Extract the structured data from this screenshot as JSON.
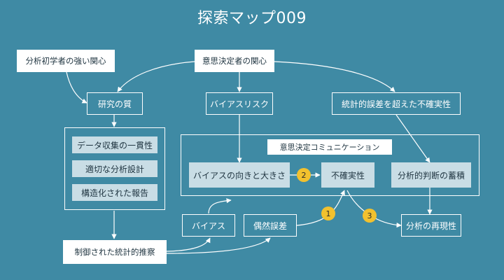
{
  "title": "探索マップ009",
  "nodes": {
    "beginner_interest": "分析初学者の強い関心",
    "decision_maker_interest": "意思決定者の関心",
    "research_quality": "研究の質",
    "bias_risk": "バイアスリスク",
    "uncertainty_beyond_error": "統計的誤差を超えた不確実性",
    "data_consistency": "データ収集の一貫性",
    "proper_design": "適切な分析設計",
    "structured_reporting": "構造化された報告",
    "decision_communication": "意思決定コミュニケーション",
    "bias_direction_size": "バイアスの向きと大きさ",
    "uncertainty": "不確実性",
    "analytic_judgment": "分析的判断の蓄積",
    "bias": "バイアス",
    "chance_error": "偶然誤差",
    "reproducibility": "分析の再現性",
    "controlled_inference": "制御された統計的推察"
  },
  "badges": {
    "one": "1",
    "two": "2",
    "three": "3"
  },
  "colors": {
    "background": "#3f8aa4",
    "line": "#ffffff",
    "light_fill": "#c9dde5",
    "badge": "#f2c12e"
  }
}
